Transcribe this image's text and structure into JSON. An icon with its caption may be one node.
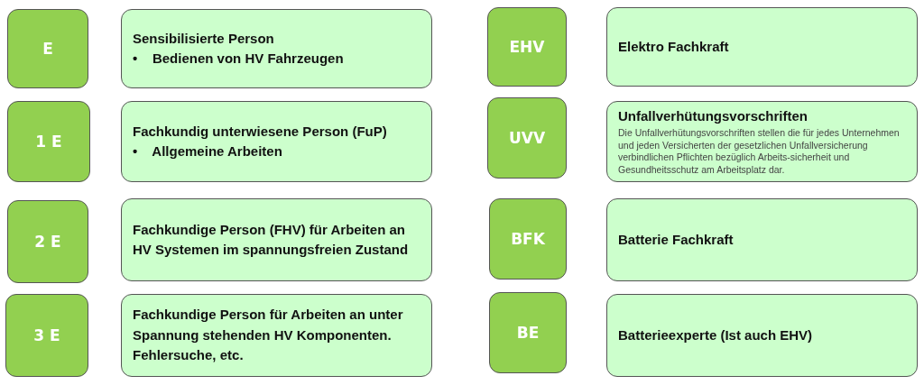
{
  "diagram": {
    "nodes": [
      {
        "text": [
          "E"
        ]
      },
      {
        "text": [
          "Sensibilisierte Person",
          "•    Bedienen von HV Fahrzeugen"
        ]
      },
      {
        "text": [
          "EHV"
        ]
      },
      {
        "text": [
          "Elektro Fachkraft"
        ]
      },
      {
        "text": [
          "1 E"
        ]
      },
      {
        "text": [
          "Fachkundig unterwiesene Person (FuP)",
          "•    Allgemeine Arbeiten"
        ]
      },
      {
        "text": [
          "UVV"
        ]
      },
      {
        "text": [
          "Unfallverhütungsvorschriften",
          "Die Unfallverhütungsvorschriften stellen die für jedes Unternehmen und jeden Versicherten der gesetzlichen Unfallversicherung verbindlichen Pflichten bezüglich Arbeits-sicherheit und Gesundheitsschutz am Arbeitsplatz dar."
        ]
      },
      {
        "text": [
          "2 E"
        ]
      },
      {
        "text": [
          "Fachkundige Person (FHV) für Arbeiten an HV Systemen im spannungsfreien Zustand"
        ]
      },
      {
        "text": [
          "BFK"
        ]
      },
      {
        "text": [
          "Batterie Fachkraft"
        ]
      },
      {
        "text": [
          "3 E"
        ]
      },
      {
        "text": [
          "Fachkundige Person für Arbeiten an unter Spannung stehenden HV Komponenten.  Fehlersuche, etc."
        ]
      },
      {
        "text": [
          "BE"
        ]
      },
      {
        "text": [
          "Batterieexperte (Ist auch EHV)"
        ]
      }
    ]
  }
}
